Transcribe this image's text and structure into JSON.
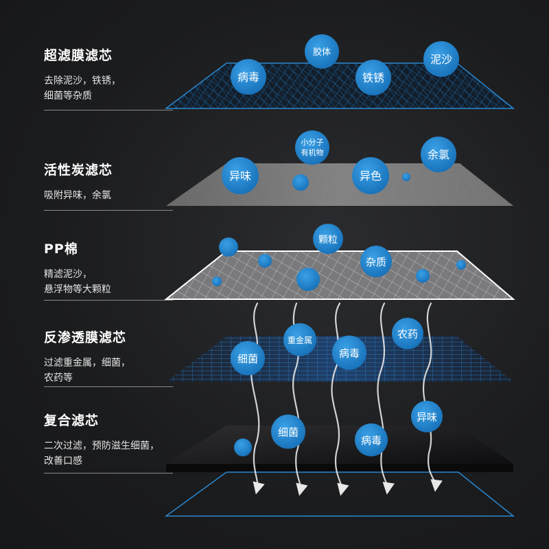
{
  "layers": [
    {
      "title": "超滤膜滤芯",
      "desc": [
        "去除泥沙，铁锈，",
        "细菌等杂质"
      ]
    },
    {
      "title": "活性炭滤芯",
      "desc": [
        "吸附异味，余氯"
      ]
    },
    {
      "title": "PP棉",
      "desc": [
        "精滤泥沙，",
        "悬浮物等大颗粒"
      ]
    },
    {
      "title": "反渗透膜滤芯",
      "desc": [
        "过滤重金属，细菌，",
        "农药等"
      ]
    },
    {
      "title": "复合滤芯",
      "desc": [
        "二次过滤，预防滋生细菌，",
        "改善口感"
      ]
    }
  ],
  "bubbles": {
    "uf": [
      "胶体",
      "病毒",
      "铁锈",
      "泥沙"
    ],
    "carbon": [
      "小分子",
      "有机物",
      "异味",
      "异色",
      "余氯"
    ],
    "pp": [
      "颗粒",
      "杂质"
    ],
    "ro": [
      "重金属",
      "细菌",
      "病毒",
      "农药"
    ],
    "composite": [
      "细菌",
      "病毒",
      "异味"
    ]
  },
  "colors": {
    "bubble": "#1d80c8",
    "bubble_light": "#2a8fd6",
    "line": "#2a88d0"
  }
}
